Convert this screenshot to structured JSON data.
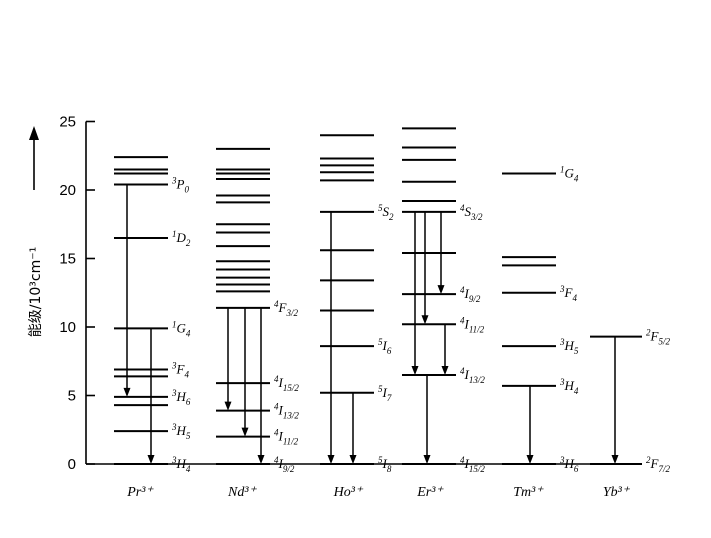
{
  "diagram": {
    "y_axis": {
      "label": "能级/10³cm⁻¹",
      "ticks": [
        "0",
        "5",
        "10",
        "15",
        "20",
        "25"
      ]
    },
    "ions": [
      {
        "name": "Pr³⁺",
        "levels": [
          0,
          2.4,
          4.3,
          4.9,
          6.4,
          6.9,
          9.9,
          16.5,
          20.4,
          21.2,
          21.5,
          22.4
        ],
        "labels": [
          {
            "sup": "3",
            "term": "H",
            "sub": "4",
            "energy": 0
          },
          {
            "sup": "3",
            "term": "H",
            "sub": "5",
            "energy": 2.4
          },
          {
            "sup": "3",
            "term": "H",
            "sub": "6",
            "energy": 4.9
          },
          {
            "sup": "3",
            "term": "F",
            "sub": "4",
            "energy": 6.9
          },
          {
            "sup": "1",
            "term": "G",
            "sub": "4",
            "energy": 9.9
          },
          {
            "sup": "1",
            "term": "D",
            "sub": "2",
            "energy": 16.5
          },
          {
            "sup": "3",
            "term": "P",
            "sub": "0",
            "energy": 20.4
          }
        ],
        "transitions": [
          [
            20.4,
            4.9
          ],
          [
            9.9,
            0
          ]
        ]
      },
      {
        "name": "Nd³⁺",
        "levels": [
          0,
          2.0,
          3.9,
          5.9,
          11.4,
          12.6,
          13.1,
          13.6,
          14.2,
          14.8,
          15.9,
          16.9,
          17.5,
          19.1,
          19.6,
          20.8,
          21.2,
          21.5,
          23.0
        ],
        "labels": [
          {
            "sup": "4",
            "term": "I",
            "sub": "9/2",
            "energy": 0
          },
          {
            "sup": "4",
            "term": "I",
            "sub": "11/2",
            "energy": 2.0
          },
          {
            "sup": "4",
            "term": "I",
            "sub": "13/2",
            "energy": 3.9
          },
          {
            "sup": "4",
            "term": "I",
            "sub": "15/2",
            "energy": 5.9
          },
          {
            "sup": "4",
            "term": "F",
            "sub": "3/2",
            "energy": 11.4
          }
        ],
        "transitions": [
          [
            11.4,
            3.9
          ],
          [
            11.4,
            2.0
          ],
          [
            11.4,
            0
          ]
        ]
      },
      {
        "name": "Ho³⁺",
        "levels": [
          0,
          5.2,
          8.6,
          11.2,
          13.4,
          15.6,
          18.4,
          20.7,
          21.3,
          21.8,
          22.3,
          24.0
        ],
        "labels": [
          {
            "sup": "5",
            "term": "I",
            "sub": "8",
            "energy": 0
          },
          {
            "sup": "5",
            "term": "I",
            "sub": "7",
            "energy": 5.2
          },
          {
            "sup": "5",
            "term": "I",
            "sub": "6",
            "energy": 8.6
          },
          {
            "sup": "5",
            "term": "S",
            "sub": "2",
            "energy": 18.4
          }
        ],
        "transitions": [
          [
            18.4,
            0
          ],
          [
            5.2,
            0
          ]
        ]
      },
      {
        "name": "Er³⁺",
        "levels": [
          0,
          6.5,
          10.2,
          12.4,
          15.4,
          18.4,
          19.2,
          20.6,
          22.2,
          23.1,
          24.5
        ],
        "labels": [
          {
            "sup": "4",
            "term": "I",
            "sub": "15/2",
            "energy": 0
          },
          {
            "sup": "4",
            "term": "I",
            "sub": "13/2",
            "energy": 6.5
          },
          {
            "sup": "4",
            "term": "I",
            "sub": "11/2",
            "energy": 10.2
          },
          {
            "sup": "4",
            "term": "I",
            "sub": "9/2",
            "energy": 12.4
          },
          {
            "sup": "4",
            "term": "S",
            "sub": "3/2",
            "energy": 18.4
          }
        ],
        "transitions": [
          [
            18.4,
            6.5
          ],
          [
            18.4,
            10.2
          ],
          [
            18.4,
            12.4
          ],
          [
            10.2,
            6.5
          ],
          [
            6.5,
            0
          ]
        ]
      },
      {
        "name": "Tm³⁺",
        "levels": [
          0,
          5.7,
          8.6,
          12.5,
          14.5,
          15.1,
          21.2
        ],
        "labels": [
          {
            "sup": "3",
            "term": "H",
            "sub": "6",
            "energy": 0
          },
          {
            "sup": "3",
            "term": "H",
            "sub": "4",
            "energy": 5.7
          },
          {
            "sup": "3",
            "term": "H",
            "sub": "5",
            "energy": 8.6
          },
          {
            "sup": "3",
            "term": "F",
            "sub": "4",
            "energy": 12.5
          },
          {
            "sup": "1",
            "term": "G",
            "sub": "4",
            "energy": 21.2
          }
        ],
        "transitions": [
          [
            5.7,
            0
          ]
        ]
      },
      {
        "name": "Yb³⁺",
        "levels": [
          0,
          9.3
        ],
        "labels": [
          {
            "sup": "2",
            "term": "F",
            "sub": "7/2",
            "energy": 0
          },
          {
            "sup": "2",
            "term": "F",
            "sub": "5/2",
            "energy": 9.3
          }
        ],
        "transitions": [
          [
            9.3,
            0
          ]
        ]
      }
    ]
  }
}
